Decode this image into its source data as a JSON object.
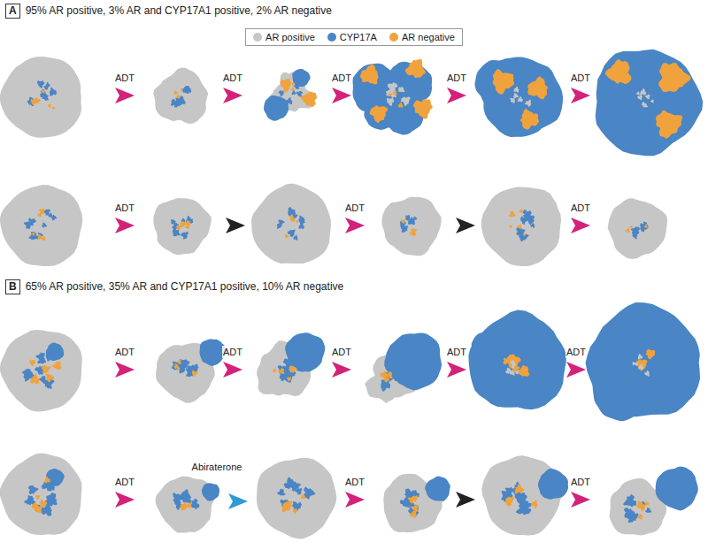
{
  "diagram": {
    "nodes": [
      {
        "text": [
          "A"
        ]
      },
      {
        "text": [
          "B"
        ]
      }
    ],
    "labels": [
      "95% AR positive, 3% AR and CYP17A1 positive, 2% AR negative",
      "ADT",
      "ADT",
      "ADT",
      "ADT",
      "ADT",
      "ADT",
      "ADT",
      "ADT",
      "65% AR positive, 35% AR and CYP17A1 positive, 10% AR negative",
      "ADT",
      "ADT",
      "ADT",
      "ADT",
      "ADT",
      "ADT",
      "Abiraterone",
      "ADT",
      "ADT"
    ],
    "legend": [
      {
        "text": "AR positive",
        "color": "#c6c6c6"
      },
      {
        "text": "CYP17A",
        "color": "#4a85c5"
      },
      {
        "text": "AR negative",
        "color": "#f0a23c"
      }
    ]
  }
}
